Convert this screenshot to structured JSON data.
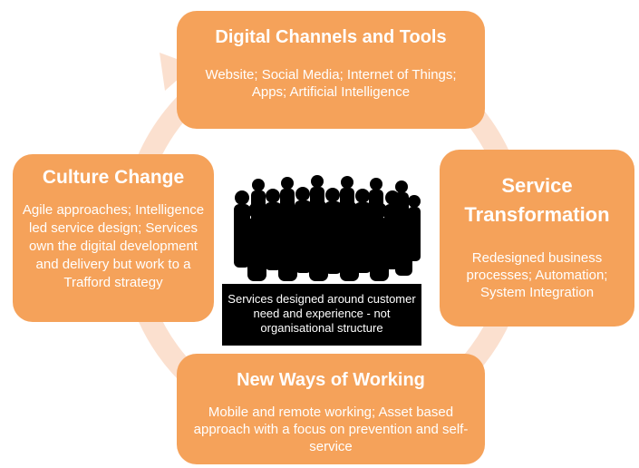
{
  "diagram": {
    "accent_color": "#f5a25a",
    "ring_color": "#fbe0cf",
    "nodes": {
      "top": {
        "title": "Digital Channels and Tools",
        "body": "Website; Social Media; Internet of Things; Apps; Artificial Intelligence"
      },
      "left": {
        "title": "Culture Change",
        "body": "Agile approaches; Intelligence led service design; Services own the digital development and delivery but work to a Trafford strategy"
      },
      "right": {
        "title": "Service Transformation",
        "body": "Redesigned business processes; Automation; System Integration"
      },
      "bottom": {
        "title": "New Ways of Working",
        "body": "Mobile and remote working; Asset based approach with a focus on prevention and self-service"
      }
    },
    "center": {
      "icon": "crowd-silhouette-icon",
      "caption": "Services designed around customer need and experience - not organisational structure"
    }
  }
}
